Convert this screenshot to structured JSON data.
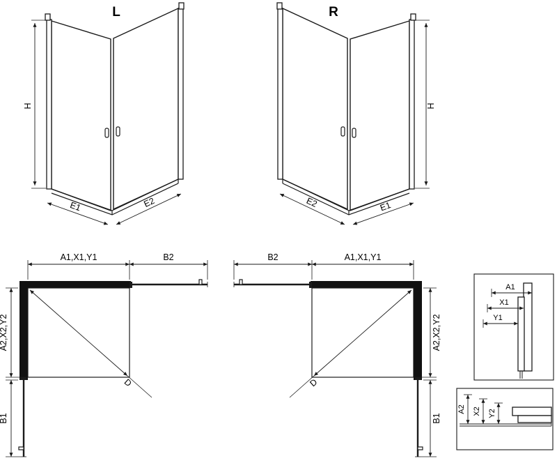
{
  "background": "#ffffff",
  "line_color": "#1a1a1a",
  "views": {
    "iso_left": {
      "title": "L",
      "dims": {
        "h": "H",
        "e1": "E1",
        "e2": "E2"
      }
    },
    "iso_right": {
      "title": "R",
      "dims": {
        "h": "H",
        "e1": "E1",
        "e2": "E2"
      }
    },
    "plan_left": {
      "dims": {
        "top_inner": "A1,X1,Y1",
        "top_outer": "B2",
        "side_inner": "A2,X2,Y2",
        "side_outer": "B1",
        "diagonal": "D"
      }
    },
    "plan_right": {
      "dims": {
        "top_inner": "A1,X1,Y1",
        "top_outer": "B2",
        "side_inner": "A2,X2,Y2",
        "side_outer": "B1",
        "diagonal": "D"
      }
    },
    "detail_top": {
      "dims": {
        "a": "A1",
        "x": "X1",
        "y": "Y1"
      }
    },
    "detail_bottom": {
      "dims": {
        "a": "A2",
        "x": "X2",
        "y": "Y2"
      }
    }
  }
}
